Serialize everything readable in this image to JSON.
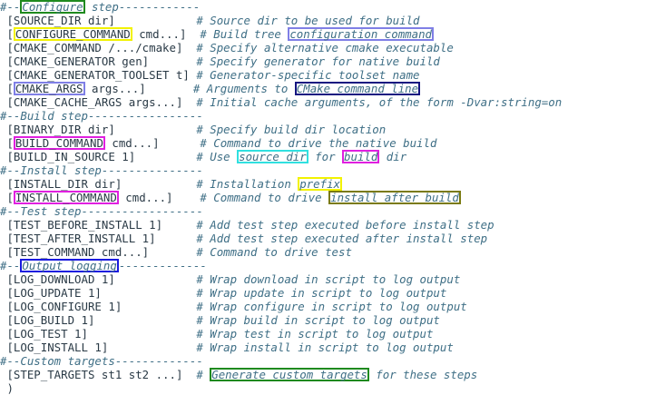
{
  "colors": {
    "text": "#2a3a46",
    "comment": "#3f6f86",
    "highlights": {
      "green": "#1f8a1f",
      "yellow": "#f2f200",
      "lavender": "#7f7fe6",
      "navy": "#141480",
      "magenta": "#e020e0",
      "cyan": "#30e0e0",
      "olive": "#7a7a10",
      "blue": "#1a1adf"
    }
  },
  "lines": [
    {
      "segments": [
        {
          "t": "#--",
          "c": "sep"
        },
        {
          "t": "Configure",
          "c": "sep",
          "hl": "green"
        },
        {
          "t": " step------------",
          "c": "sep"
        }
      ]
    },
    {
      "segments": [
        {
          "t": " [SOURCE_DIR dir]            ",
          "c": "code"
        },
        {
          "t": "# Source dir to be used for build",
          "c": "cm"
        }
      ]
    },
    {
      "segments": [
        {
          "t": " [",
          "c": "code"
        },
        {
          "t": "CONFIGURE_COMMAND",
          "c": "code",
          "hl": "yellow"
        },
        {
          "t": " cmd...]  ",
          "c": "code"
        },
        {
          "t": "# Build tree ",
          "c": "cm"
        },
        {
          "t": "configuration command",
          "c": "cm",
          "hl": "lavender"
        }
      ]
    },
    {
      "segments": [
        {
          "t": " [CMAKE_COMMAND /.../cmake]  ",
          "c": "code"
        },
        {
          "t": "# Specify alternative cmake executable",
          "c": "cm"
        }
      ]
    },
    {
      "segments": [
        {
          "t": " [CMAKE_GENERATOR gen]       ",
          "c": "code"
        },
        {
          "t": "# Specify generator for native build",
          "c": "cm"
        }
      ]
    },
    {
      "segments": [
        {
          "t": " [CMAKE_GENERATOR_TOOLSET t] ",
          "c": "code"
        },
        {
          "t": "# Generator-specific toolset name",
          "c": "cm"
        }
      ]
    },
    {
      "segments": [
        {
          "t": " [",
          "c": "code"
        },
        {
          "t": "CMAKE_ARGS",
          "c": "code",
          "hl": "lavender"
        },
        {
          "t": " args...]       ",
          "c": "code"
        },
        {
          "t": "# Arguments to ",
          "c": "cm"
        },
        {
          "t": "CMake command line",
          "c": "cm",
          "hl": "navy"
        }
      ]
    },
    {
      "segments": [
        {
          "t": " [CMAKE_CACHE_ARGS args...]  ",
          "c": "code"
        },
        {
          "t": "# Initial cache arguments, of the form -Dvar:string=on",
          "c": "cm"
        }
      ]
    },
    {
      "segments": [
        {
          "t": "#--Build step-----------------",
          "c": "sep"
        }
      ]
    },
    {
      "segments": [
        {
          "t": " [BINARY_DIR dir]            ",
          "c": "code"
        },
        {
          "t": "# Specify build dir location",
          "c": "cm"
        }
      ]
    },
    {
      "segments": [
        {
          "t": " [",
          "c": "code"
        },
        {
          "t": "BUILD_COMMAND",
          "c": "code",
          "hl": "magenta"
        },
        {
          "t": " cmd...]      ",
          "c": "code"
        },
        {
          "t": "# Command to drive the native build",
          "c": "cm"
        }
      ]
    },
    {
      "segments": [
        {
          "t": " [BUILD_IN_SOURCE 1]         ",
          "c": "code"
        },
        {
          "t": "# Use ",
          "c": "cm"
        },
        {
          "t": "source dir",
          "c": "cm",
          "hl": "cyan"
        },
        {
          "t": " for ",
          "c": "cm"
        },
        {
          "t": "build",
          "c": "cm",
          "hl": "magenta"
        },
        {
          "t": " dir",
          "c": "cm"
        }
      ]
    },
    {
      "segments": [
        {
          "t": "#--Install step---------------",
          "c": "sep"
        }
      ]
    },
    {
      "segments": [
        {
          "t": " [INSTALL_DIR dir]           ",
          "c": "code"
        },
        {
          "t": "# Installation ",
          "c": "cm"
        },
        {
          "t": "prefix",
          "c": "cm",
          "hl": "yellow"
        }
      ]
    },
    {
      "segments": [
        {
          "t": " [",
          "c": "code"
        },
        {
          "t": "INSTALL_COMMAND",
          "c": "code",
          "hl": "magenta"
        },
        {
          "t": " cmd...]    ",
          "c": "code"
        },
        {
          "t": "# Command to drive ",
          "c": "cm"
        },
        {
          "t": "install after build",
          "c": "cm",
          "hl": "olive"
        }
      ]
    },
    {
      "segments": [
        {
          "t": "#--Test step------------------",
          "c": "sep"
        }
      ]
    },
    {
      "segments": [
        {
          "t": " [TEST_BEFORE_INSTALL 1]     ",
          "c": "code"
        },
        {
          "t": "# Add test step executed before install step",
          "c": "cm"
        }
      ]
    },
    {
      "segments": [
        {
          "t": " [TEST_AFTER_INSTALL 1]      ",
          "c": "code"
        },
        {
          "t": "# Add test step executed after install step",
          "c": "cm"
        }
      ]
    },
    {
      "segments": [
        {
          "t": " [TEST_COMMAND cmd...]       ",
          "c": "code"
        },
        {
          "t": "# Command to drive test",
          "c": "cm"
        }
      ]
    },
    {
      "segments": [
        {
          "t": "#--",
          "c": "sep"
        },
        {
          "t": "Output logging",
          "c": "sep",
          "hl": "blue"
        },
        {
          "t": "-------------",
          "c": "sep"
        }
      ]
    },
    {
      "segments": [
        {
          "t": " [LOG_DOWNLOAD 1]            ",
          "c": "code"
        },
        {
          "t": "# Wrap download in script to log output",
          "c": "cm"
        }
      ]
    },
    {
      "segments": [
        {
          "t": " [LOG_UPDATE 1]              ",
          "c": "code"
        },
        {
          "t": "# Wrap update in script to log output",
          "c": "cm"
        }
      ]
    },
    {
      "segments": [
        {
          "t": " [LOG_CONFIGURE 1]           ",
          "c": "code"
        },
        {
          "t": "# Wrap configure in script to log output",
          "c": "cm"
        }
      ]
    },
    {
      "segments": [
        {
          "t": " [LOG_BUILD 1]               ",
          "c": "code"
        },
        {
          "t": "# Wrap build in script to log output",
          "c": "cm"
        }
      ]
    },
    {
      "segments": [
        {
          "t": " [LOG_TEST 1]                ",
          "c": "code"
        },
        {
          "t": "# Wrap test in script to log output",
          "c": "cm"
        }
      ]
    },
    {
      "segments": [
        {
          "t": " [LOG_INSTALL 1]             ",
          "c": "code"
        },
        {
          "t": "# Wrap install in script to log output",
          "c": "cm"
        }
      ]
    },
    {
      "segments": [
        {
          "t": "#--Custom targets-------------",
          "c": "sep"
        }
      ]
    },
    {
      "segments": [
        {
          "t": " [STEP_TARGETS st1 st2 ...]  ",
          "c": "code"
        },
        {
          "t": "# ",
          "c": "cm"
        },
        {
          "t": "Generate custom targets",
          "c": "cm",
          "hl": "green"
        },
        {
          "t": " for these steps",
          "c": "cm"
        }
      ]
    },
    {
      "segments": [
        {
          "t": " )",
          "c": "code"
        }
      ]
    }
  ]
}
